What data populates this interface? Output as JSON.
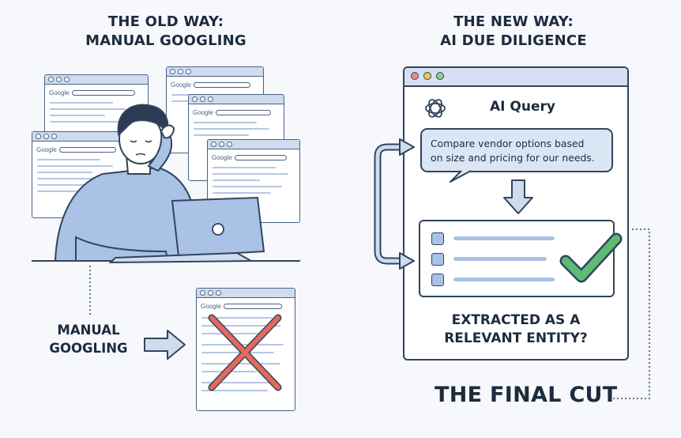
{
  "old_way": {
    "heading_line1": "THE OLD WAY:",
    "heading_line2": "MANUAL GOOGLING",
    "manual_label_line1": "MANUAL",
    "manual_label_line2": "GOOGLING",
    "google_logo": "Google",
    "icons": [
      "browser-window-icon",
      "person-icon",
      "laptop-icon",
      "arrow-right-icon",
      "red-x-icon"
    ]
  },
  "new_way": {
    "heading_line1": "THE NEW WAY:",
    "heading_line2": "AI DUE DILIGENCE",
    "query_title": "AI Query",
    "query_text_line1": "Compare vendor options based",
    "query_text_line2": "on size and pricing for our needs.",
    "extracted_line1": "EXTRACTED AS A",
    "extracted_line2": "RELEVANT ENTITY?",
    "final_cut": "THE FINAL CUT",
    "icons": [
      "ai-logo-icon",
      "arrow-down-icon",
      "checkmark-icon",
      "loop-arrow-icon"
    ]
  },
  "colors": {
    "background": "#f6f8fb",
    "outline": "#33445c",
    "light_blue": "#cfdcef",
    "mid_blue": "#a9c2e6",
    "red_x": "#e2695c",
    "green_check": "#5dbb74",
    "yellow_dot": "#f2c94c",
    "red_dot": "#e88f84",
    "green_dot": "#8ccf8f"
  }
}
